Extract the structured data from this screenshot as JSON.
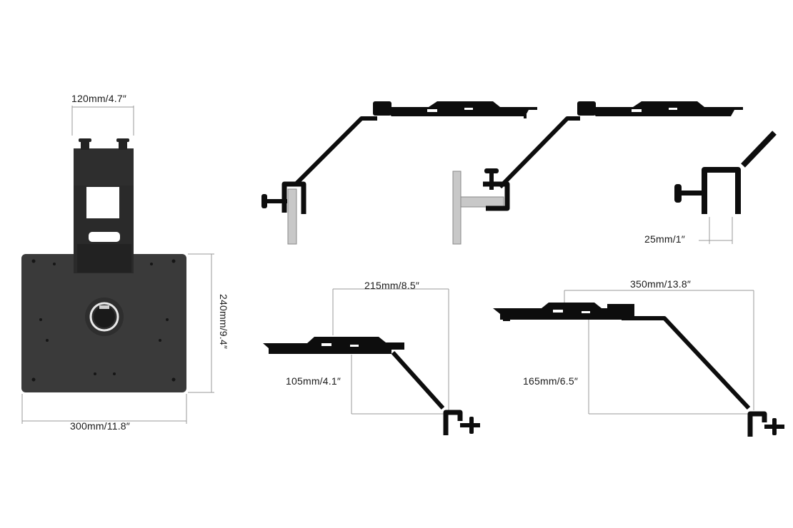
{
  "dimensions": {
    "top_clamp_width": "120mm/4.7″",
    "plate_height": "240mm/9.4″",
    "plate_width": "300mm/11.8″",
    "clamp_gap": "25mm/1″",
    "short_reach": "215mm/8.5″",
    "short_drop": "105mm/4.1″",
    "long_reach": "350mm/13.8″",
    "long_drop": "165mm/6.5″"
  },
  "colors": {
    "plate": "#3a3a3a",
    "part": "#0d0d0d",
    "desk": "#c8c8c8",
    "dim_line": "#9a9a9a"
  }
}
